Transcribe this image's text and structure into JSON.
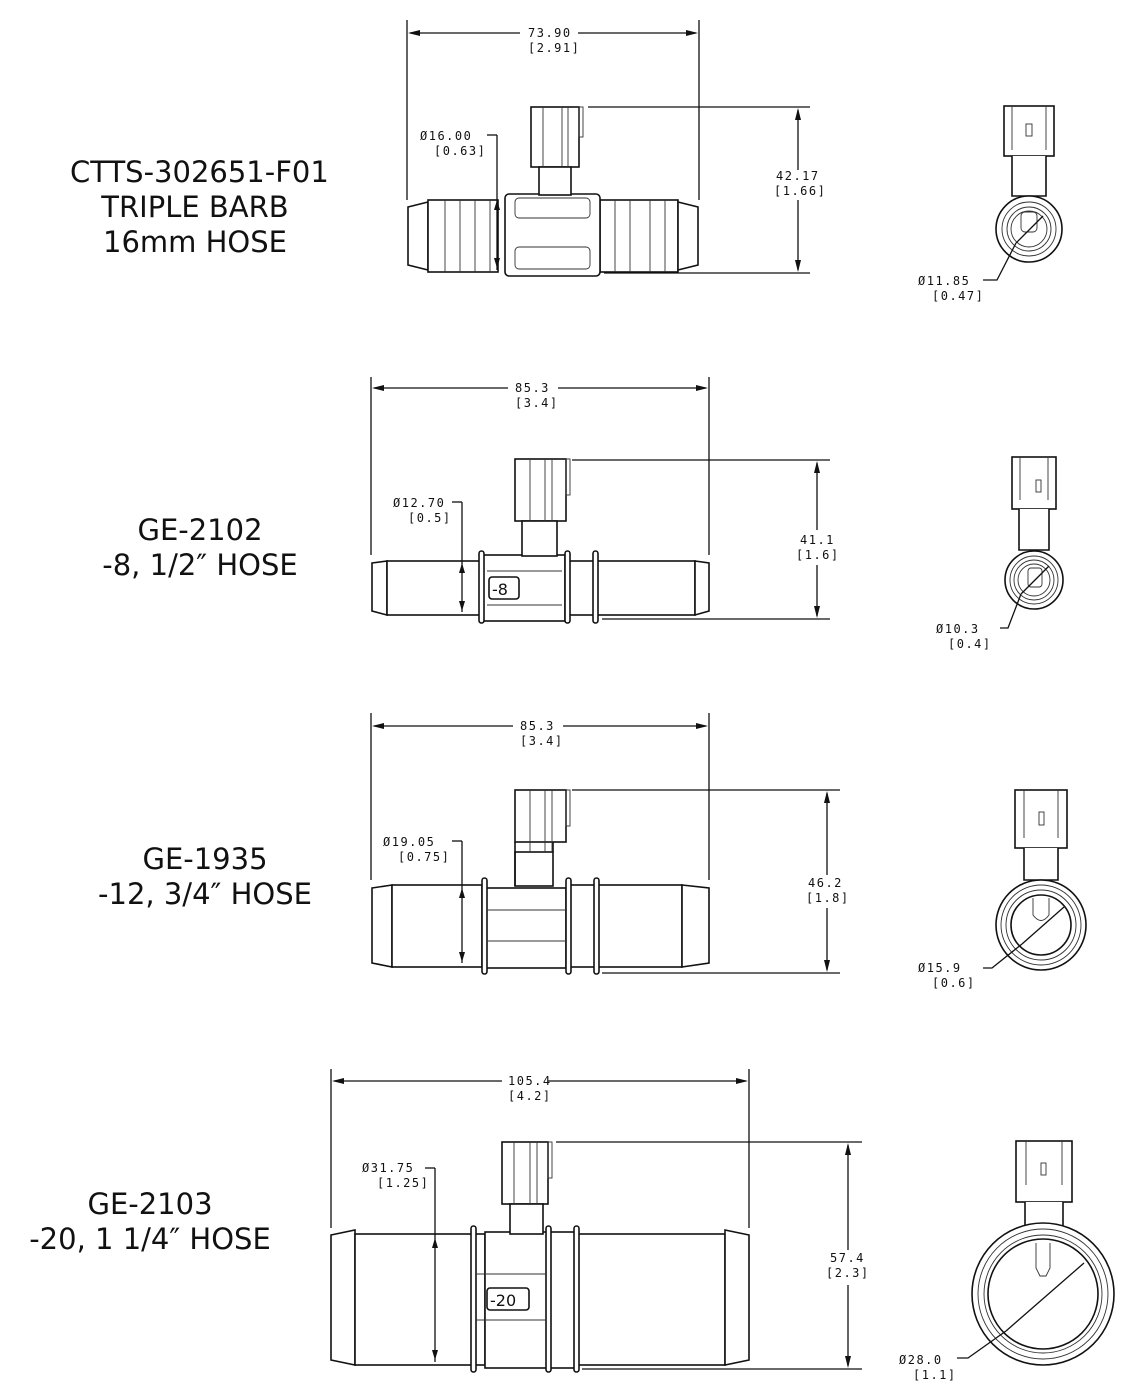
{
  "parts": [
    {
      "id": "ctts-302651-f01",
      "title_lines": [
        "CTTS-302651-F01",
        "TRIPLE  BARB",
        "16mm  HOSE"
      ],
      "overall_length": {
        "mm": "73.90",
        "in": "[2.91]"
      },
      "hose_diameter": {
        "mm": "Ø16.00",
        "in": "[0.63]"
      },
      "height": {
        "mm": "42.17",
        "in": "[1.66]"
      },
      "bore_diameter": {
        "mm": "Ø11.85",
        "in": "[0.47]"
      },
      "badge": ""
    },
    {
      "id": "ge-2102",
      "title_lines": [
        "GE-2102",
        "-8,  1/2″  HOSE"
      ],
      "overall_length": {
        "mm": "85.3",
        "in": "[3.4]"
      },
      "hose_diameter": {
        "mm": "Ø12.70",
        "in": "[0.5]"
      },
      "height": {
        "mm": "41.1",
        "in": "[1.6]"
      },
      "bore_diameter": {
        "mm": "Ø10.3",
        "in": "[0.4]"
      },
      "badge": "-8"
    },
    {
      "id": "ge-1935",
      "title_lines": [
        "GE-1935",
        "-12,  3/4″  HOSE"
      ],
      "overall_length": {
        "mm": "85.3",
        "in": "[3.4]"
      },
      "hose_diameter": {
        "mm": "Ø19.05",
        "in": "[0.75]"
      },
      "height": {
        "mm": "46.2",
        "in": "[1.8]"
      },
      "bore_diameter": {
        "mm": "Ø15.9",
        "in": "[0.6]"
      },
      "badge": ""
    },
    {
      "id": "ge-2103",
      "title_lines": [
        "GE-2103",
        "-20,  1 1/4″  HOSE"
      ],
      "overall_length": {
        "mm": "105.4",
        "in": "[4.2]"
      },
      "hose_diameter": {
        "mm": "Ø31.75",
        "in": "[1.25]"
      },
      "height": {
        "mm": "57.4",
        "in": "[2.3]"
      },
      "bore_diameter": {
        "mm": "Ø28.0",
        "in": "[1.1]"
      },
      "badge": "-20"
    }
  ],
  "colors": {
    "line": "#111111",
    "background": "#ffffff"
  }
}
